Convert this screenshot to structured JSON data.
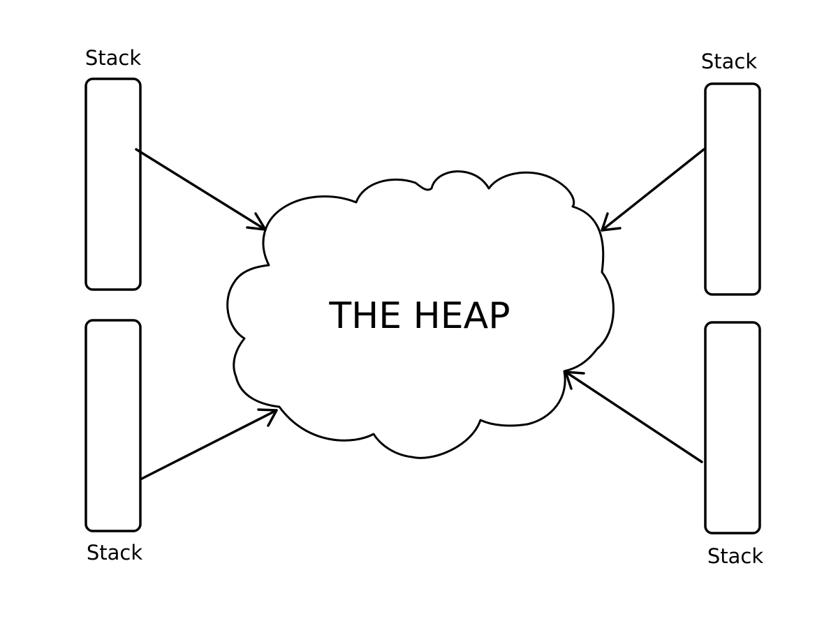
{
  "heap": {
    "label": "THE HEAP"
  },
  "stacks": [
    {
      "id": "top-left",
      "label": "Stack"
    },
    {
      "id": "bottom-left",
      "label": "Stack"
    },
    {
      "id": "top-right",
      "label": "Stack"
    },
    {
      "id": "bottom-right",
      "label": "Stack"
    }
  ],
  "arrows": [
    {
      "from": "top-left",
      "to": "heap"
    },
    {
      "from": "bottom-left",
      "to": "heap"
    },
    {
      "from": "top-right",
      "to": "heap"
    },
    {
      "from": "bottom-right",
      "to": "heap"
    }
  ],
  "colors": {
    "stroke": "#000000",
    "background": "#ffffff"
  }
}
